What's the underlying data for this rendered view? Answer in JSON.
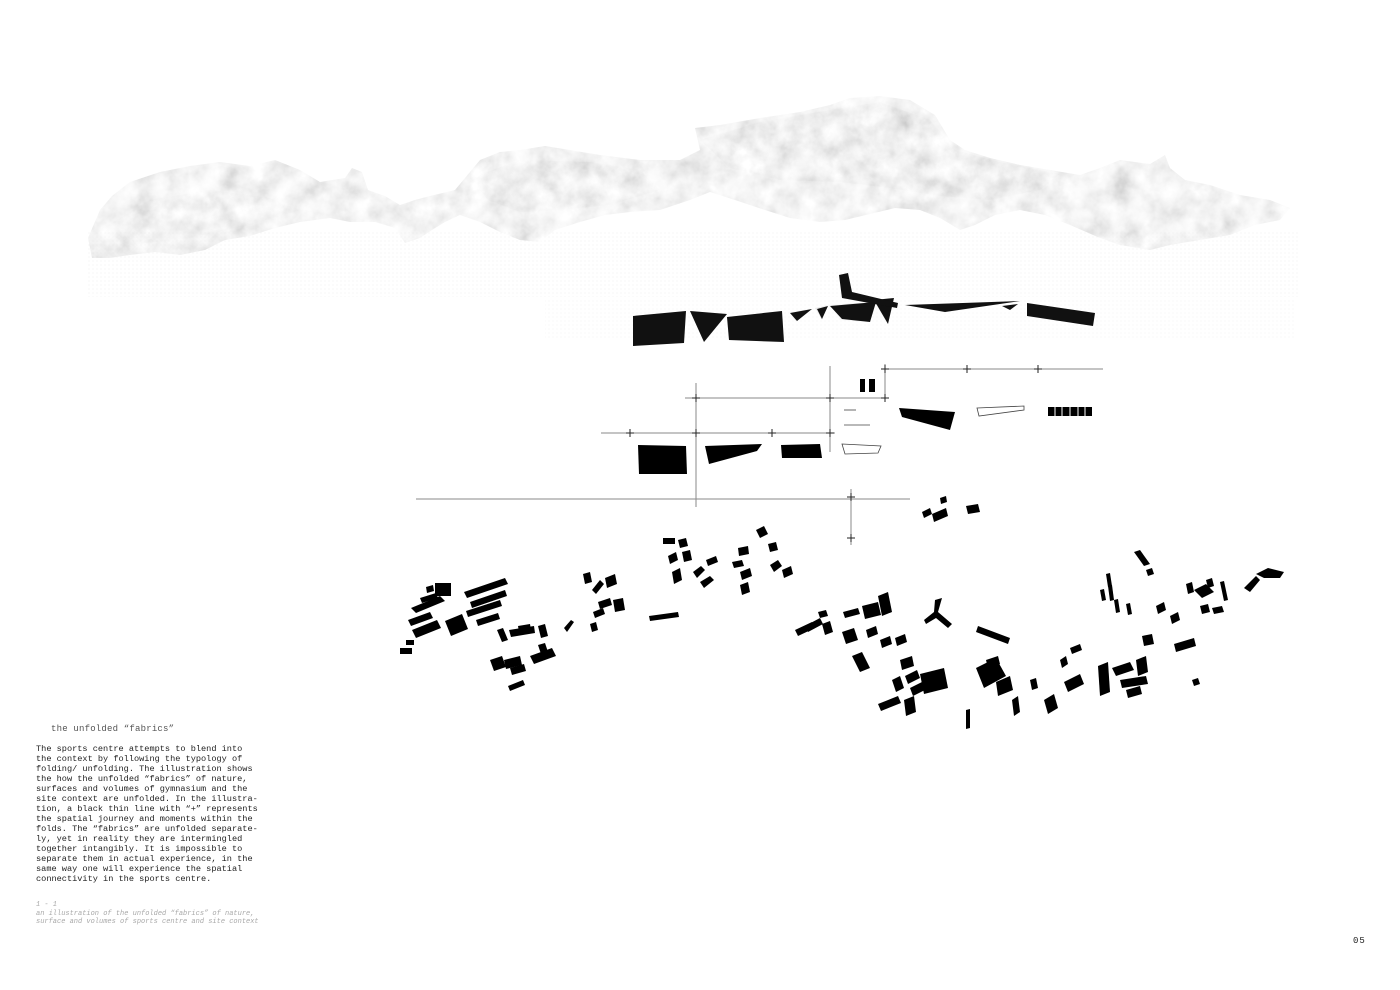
{
  "caption": {
    "title": "the unfolded “fabrics”",
    "body_lines": [
      "The sports centre attempts to blend into",
      "the context by following the typology of",
      "folding/ unfolding. The illustration shows",
      "the how the unfolded “fabrics” of nature,",
      "surfaces and volumes of gymnasium and the",
      "site context are unfolded. In the illustra-",
      "tion, a black thin line with “+” represents",
      "the spatial journey and moments within the",
      "folds. The “fabrics” are unfolded separate-",
      "ly, yet in reality they are intermingled",
      "together intangibly. It is impossible to",
      "separate them in actual experience, in the",
      "same way one will experience the spatial",
      "connectivity in the sports centre."
    ],
    "figure_number": "1 - 1",
    "figure_caption_lines": [
      "an illustration of the unfolded “fabrics” of nature,",
      "surface and volumes of sports centre and site context"
    ]
  },
  "page_number": "05",
  "colors": {
    "ink": "#000000",
    "nature_dark": "#9a9a9a",
    "nature_light": "#c8c8c8",
    "axis_line": "#8a8a8a",
    "caption_grey": "#a8a8a8"
  }
}
